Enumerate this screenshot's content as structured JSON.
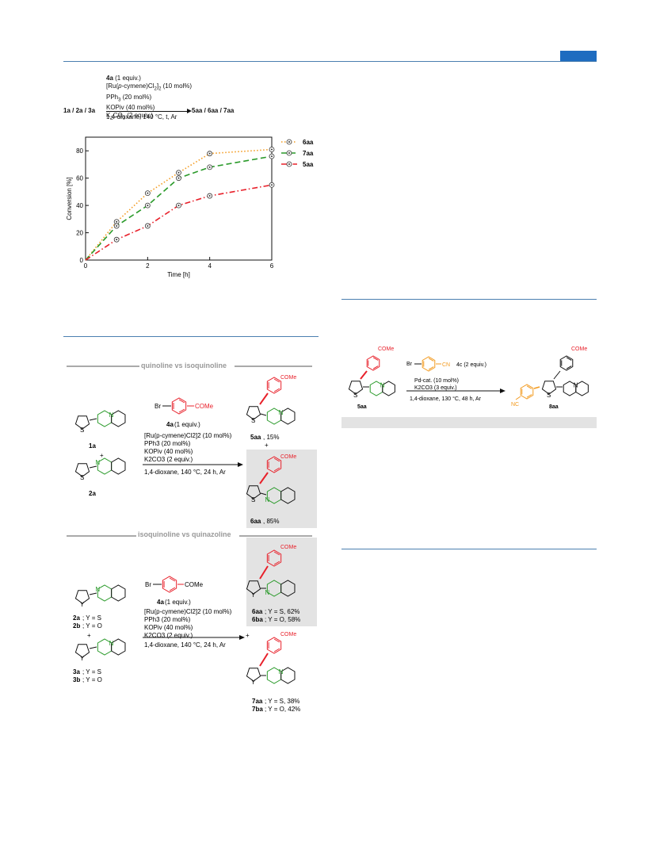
{
  "colors": {
    "header_rule": "#4b7fb0",
    "badge": "#1e6cc0",
    "red": "#e8202a",
    "green": "#2a9a2a",
    "orange": "#f39b20",
    "shade": "#e3e3e3"
  },
  "top_scheme": {
    "reagents": [
      "4a (1 equiv.)",
      "[Ru(p-cymene)Cl2]2 (10 mol%)",
      "PPh3 (20 mol%)",
      "KOPiv (40 mol%)",
      "K2CO3 (2 equiv.)"
    ],
    "conditions": "1,4-dioxane, 140 °C, t, Ar",
    "reactants": "1a / 2a / 3a",
    "products": "5aa / 6aa / 7aa"
  },
  "chart_data": {
    "type": "line",
    "xlabel": "Time [h]",
    "ylabel": "Conversion [%]",
    "xlim": [
      0,
      6
    ],
    "ylim": [
      0,
      90
    ],
    "xticks": [
      0,
      2,
      4,
      6
    ],
    "yticks": [
      0,
      20,
      40,
      60,
      80
    ],
    "legend_position": "top-right-outside",
    "series": [
      {
        "name": "6aa",
        "color": "#f39b20",
        "style": "dotted",
        "x": [
          0,
          1,
          2,
          3,
          4,
          6
        ],
        "y": [
          0,
          28,
          49,
          64,
          78,
          81
        ]
      },
      {
        "name": "7aa",
        "color": "#2a9a2a",
        "style": "dashed",
        "x": [
          0,
          1,
          2,
          3,
          4,
          6
        ],
        "y": [
          0,
          25,
          40,
          60,
          68,
          76
        ]
      },
      {
        "name": "5aa",
        "color": "#e8202a",
        "style": "dashdot",
        "x": [
          0,
          1,
          2,
          3,
          4,
          6
        ],
        "y": [
          0,
          15,
          25,
          40,
          47,
          55
        ]
      }
    ]
  },
  "comp1": {
    "title": "quinoline vs isoquinoline",
    "sm1": "1a",
    "sm2": "2a",
    "plus": "+",
    "aryl_br": "Br",
    "aryl_sub": "COMe",
    "reagents": [
      "4a (1 equiv.)",
      "[Ru(p-cymene)Cl2]2 (10 mol%)",
      "PPh3 (20 mol%)",
      "KOPiv (40 mol%)",
      "K2CO3 (2 equiv.)"
    ],
    "conditions": "1,4-dioxane, 140 °C, 24 h, Ar",
    "prod1_label": "5aa",
    "prod1_yield": ", 15%",
    "prod2_label": "6aa",
    "prod2_yield": ", 85%",
    "S": "S",
    "N": "N",
    "COMe": "COMe"
  },
  "comp2": {
    "title": "isoquinoline vs quinazoline",
    "sm_a_1": "2a",
    "sm_a_1t": "; Y = S",
    "sm_a_2": "2b",
    "sm_a_2t": "; Y = O",
    "sm_b_1": "3a",
    "sm_b_1t": "; Y = S",
    "sm_b_2": "3b",
    "sm_b_2t": "; Y = O",
    "plus": "+",
    "reagents": [
      "4a (1 equiv.)",
      "[Ru(p-cymene)Cl2]2 (10 mol%)",
      "PPh3 (20 mol%)",
      "KOPiv (40 mol%)",
      "K2CO3 (2 equiv.)"
    ],
    "conditions": "1,4-dioxane, 140 °C, 24 h, Ar",
    "p1_a": "6aa",
    "p1_at": "; Y = S, 62%",
    "p1_b": "6ba",
    "p1_bt": "; Y = O, 58%",
    "p2_a": "7aa",
    "p2_at": "; Y = S, 38%",
    "p2_b": "7ba",
    "p2_bt": "; Y = O, 42%",
    "Y": "Y",
    "N": "N",
    "COMe": "COMe",
    "Br": "Br"
  },
  "right_scheme": {
    "sm": "5aa",
    "br": "Br",
    "cn": "CN",
    "reagent_label": "4c (2 equiv.)",
    "reagents": [
      "Pd-cat. (10 mol%)",
      "K2CO3 (3 equiv.)"
    ],
    "conditions": "1,4-dioxane, 130 °C, 48 h, Ar",
    "product": "8aa",
    "nc": "NC",
    "S": "S",
    "N": "N",
    "COMe": "COMe"
  }
}
